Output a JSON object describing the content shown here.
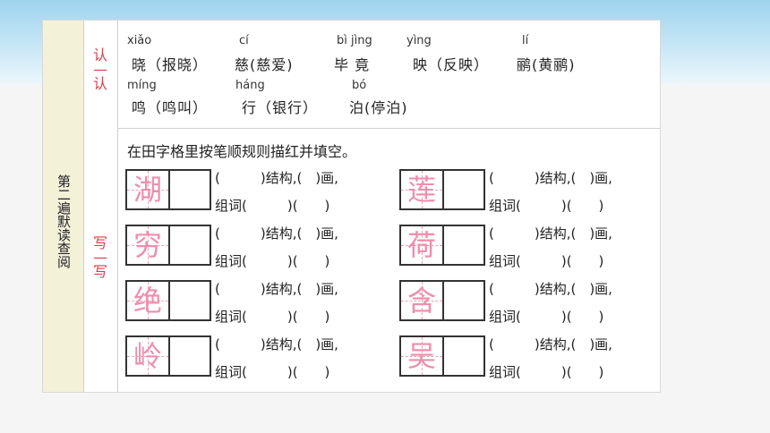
{
  "spine": {
    "text": "第二遍默读查阅"
  },
  "sections": {
    "read_label": [
      "认",
      "认"
    ],
    "write_label": [
      "写",
      "写"
    ],
    "dash": "—"
  },
  "read_items": [
    {
      "pinyin": "xiǎo",
      "text": "晓（报晓）"
    },
    {
      "pinyin": "cí",
      "text": "慈(慈爱)"
    },
    {
      "pinyin": "bì jìng",
      "text": "毕 竟"
    },
    {
      "pinyin": "yìng",
      "text": "映（反映）"
    },
    {
      "pinyin": "lí",
      "text": "鹂(黄鹂)"
    },
    {
      "pinyin": "míng",
      "text": "鸣（鸣叫）"
    },
    {
      "pinyin": "háng",
      "text": "行（银行）"
    },
    {
      "pinyin": "bó",
      "text": "泊(停泊)"
    }
  ],
  "instruction": "在田字格里按笔顺规则描红并填空。",
  "write_items": [
    {
      "char": "湖"
    },
    {
      "char": "莲"
    },
    {
      "char": "穷"
    },
    {
      "char": "荷"
    },
    {
      "char": "绝"
    },
    {
      "char": "含"
    },
    {
      "char": "岭"
    },
    {
      "char": "吴"
    }
  ],
  "fill_line1": "(　　　)结构,(　)画,",
  "fill_line2": "组词(　　　)(　　)",
  "colors": {
    "label_red": "#e03c4a",
    "trace_pink": "#ee8eac",
    "spine_bg": "#f4f1d9",
    "header_blue": "#9fd3ee"
  }
}
